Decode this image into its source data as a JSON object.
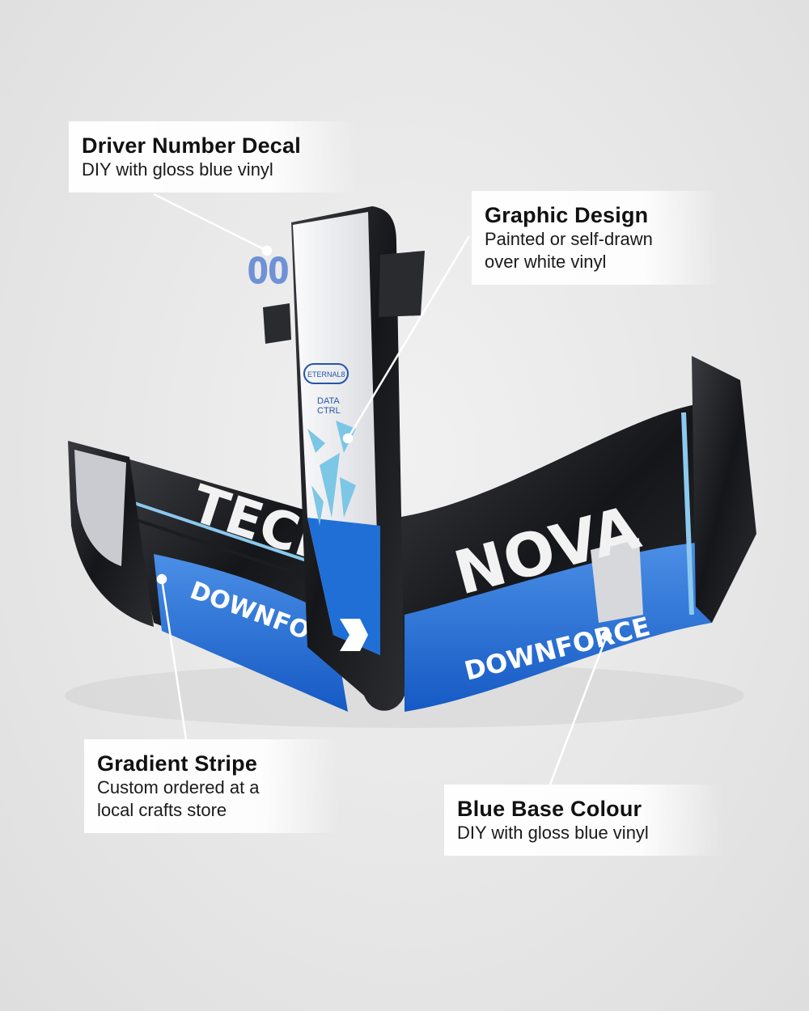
{
  "callouts": [
    {
      "title": "Driver Number Decal",
      "subtitle": "DIY with gloss blue vinyl"
    },
    {
      "title": "Graphic Design",
      "subtitle_lines": [
        "Painted or self-drawn",
        "over white vinyl"
      ]
    },
    {
      "title": "Gradient Stripe",
      "subtitle_lines": [
        "Custom ordered at a",
        "local crafts store"
      ]
    },
    {
      "title": "Blue Base Colour",
      "subtitle": "DIY with gloss blue vinyl"
    }
  ],
  "product": {
    "driver_number": "00",
    "sponsors": [
      "ETERNAL8",
      "DATA",
      "CTRL"
    ],
    "left_wing_text": "TECH",
    "right_wing_text": "NOVA",
    "base_text": "DOWNFORCE",
    "colors": {
      "blue": "#1f6fd6",
      "light_blue": "#7cc6e6",
      "carbon": "#1b1c1f",
      "white": "#f2f3f5",
      "decal_blue": "#6f92d6"
    }
  }
}
